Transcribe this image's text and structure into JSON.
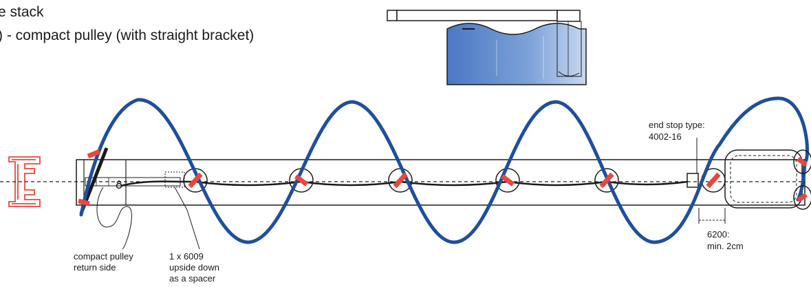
{
  "headings": {
    "stack": "e stack",
    "pulley": ") - compact pulley (with straight bracket)"
  },
  "labels": {
    "end_stop": [
      "end stop type:",
      "4002-16"
    ],
    "min_distance": [
      "6200:",
      "min. 2cm"
    ],
    "return_side": [
      "compact pulley",
      "return side"
    ],
    "spacer": [
      "1 x 6009",
      "upside down",
      "as a spacer"
    ]
  },
  "colors": {
    "cord": "#1f4e9c",
    "clip": "#e8473c",
    "outline": "#1a1a1a",
    "bracket": "#e8473c",
    "curtain_light": "#a8c4ea",
    "curtain_dark": "#4a78c4"
  },
  "icons": [
    "bracket-e-icon",
    "curtain-preview-icon",
    "pulley-return-icon",
    "end-stop-icon",
    "runner-icon"
  ]
}
